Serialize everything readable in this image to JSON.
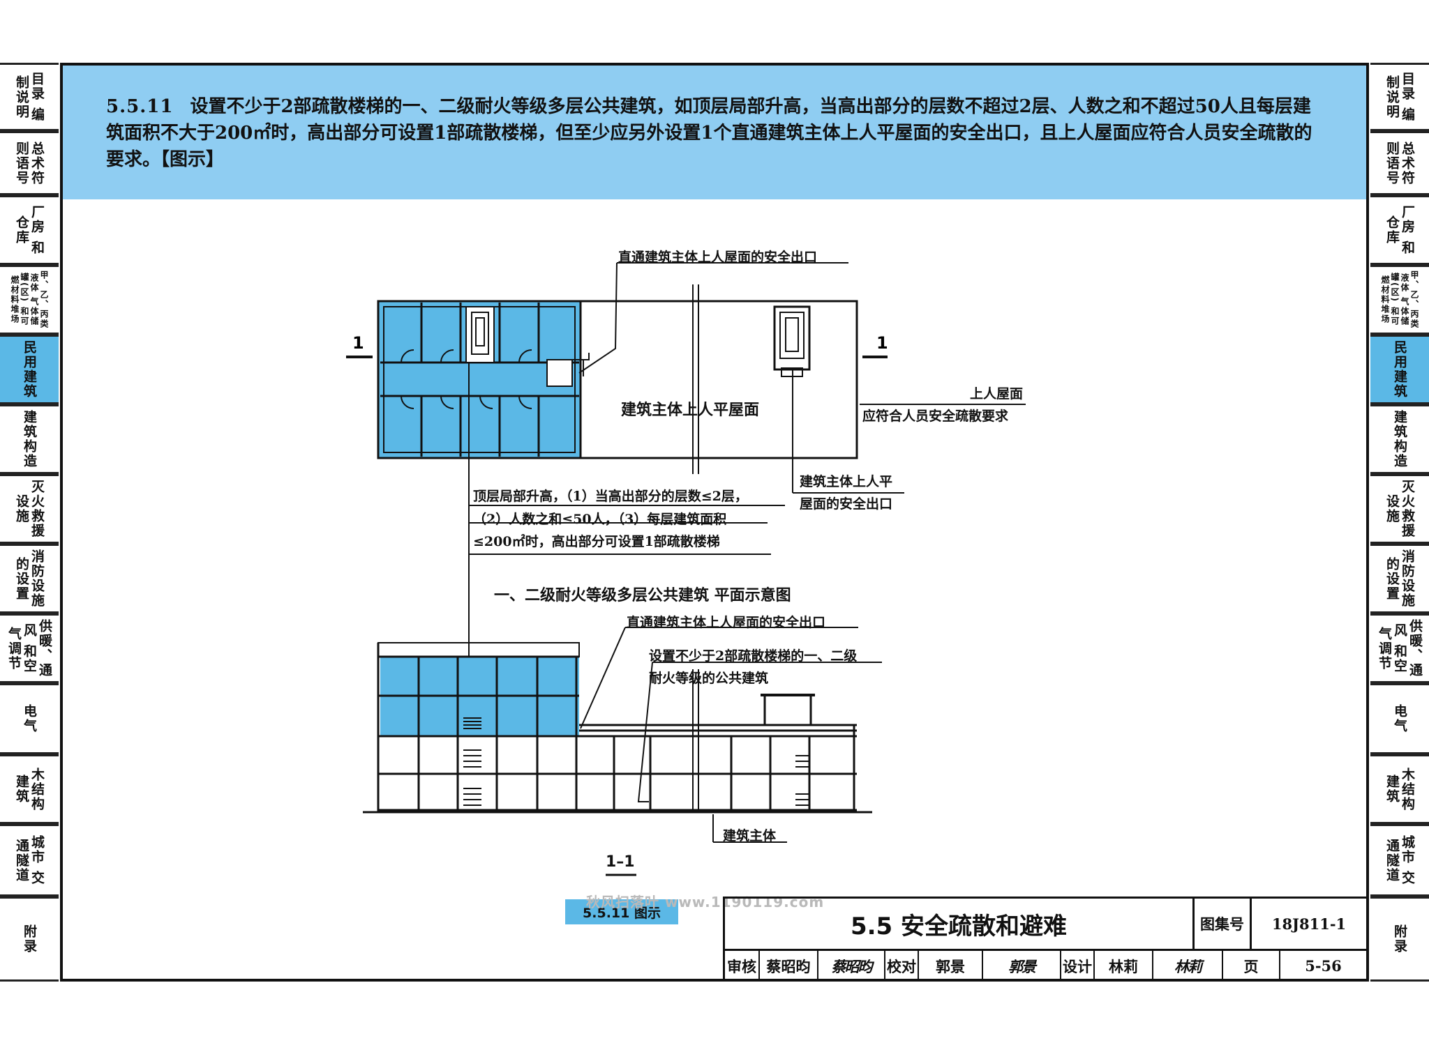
{
  "sidebar": {
    "tabs": [
      {
        "label": "目录 编制说明"
      },
      {
        "label": "总术符 则语号"
      },
      {
        "label": "厂房 和仓库"
      },
      {
        "label": "甲、乙、丙类液体 气体储罐(区) 和可燃材料堆场"
      },
      {
        "label": "民用建筑"
      },
      {
        "label": "建筑构造"
      },
      {
        "label": "灭火救援 设施"
      },
      {
        "label": "消防设施 的设置"
      },
      {
        "label": "供暖、通风 和空气调节"
      },
      {
        "label": "电气"
      },
      {
        "label": "木结构 建筑"
      },
      {
        "label": "城市 交通隧道"
      },
      {
        "label": "附录"
      }
    ],
    "active_index": 4
  },
  "clause": {
    "number": "5.5.11",
    "text": "设置不少于2部疏散楼梯的一、二级耐火等级多层公共建筑，如顶层局部升高，当高出部分的层数不超过2层、人数之和不超过50人且每层建筑面积不大于200㎡时，高出部分可设置1部疏散楼梯，但至少应另外设置1个直通建筑主体上人平屋面的安全出口，且上人屋面应符合人员安全疏散的要求。【图示】"
  },
  "plan": {
    "label_exit_top": "直通建筑主体上人屋面的安全出口",
    "label_roof": "建筑主体上人平屋面",
    "label_roof_req_1": "上人屋面",
    "label_roof_req_2": "应符合人员安全疏散要求",
    "label_roof_exit_1": "建筑主体上人平",
    "label_roof_exit_2": "屋面的安全出口",
    "note_1": "顶层局部升高，（1）当高出部分的层数≤2层，",
    "note_2": "（2）人数之和≤50人，（3）每层建筑面积",
    "note_3": "≤200㎡时，高出部分可设置1部疏散楼梯",
    "section_mark": "1",
    "title": "一、二级耐火等级多层公共建筑  平面示意图"
  },
  "section": {
    "label_exit": "直通建筑主体上人屋面的安全出口",
    "label_building_1": "设置不少于2部疏散楼梯的一、二级",
    "label_building_2": "耐火等级的公共建筑",
    "label_main": "建筑主体",
    "title": "1–1"
  },
  "caption": "5.5.11 图示",
  "watermark": "秋风扫落叶 www.1190119.com",
  "title_block": {
    "title": "5.5  安全疏散和避难",
    "atlas_label": "图集号",
    "atlas_no": "18J811-1",
    "review_label": "审核",
    "reviewer": "蔡昭昀",
    "reviewer_sig": "蔡昭昀",
    "check_label": "校对",
    "checker": "郭景",
    "checker_sig": "郭景",
    "design_label": "设计",
    "designer": "林莉",
    "designer_sig": "林莉",
    "page_label": "页",
    "page_no": "5-56"
  },
  "colors": {
    "accent_blue": "#8fcdf2",
    "tab_active": "#5bb8e6",
    "hatch_blue": "#5bb8e6",
    "ink": "#111111"
  }
}
